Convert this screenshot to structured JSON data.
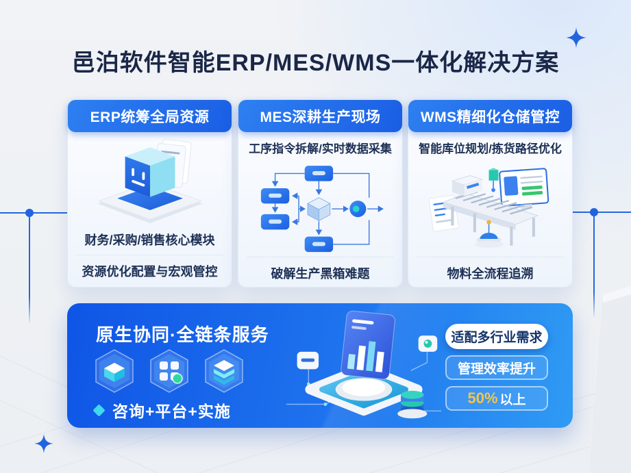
{
  "title": "邑泊软件智能ERP/MES/WMS一体化解决方案",
  "cards": [
    {
      "header": "ERP统筹全局资源",
      "caption": "财务/采购/销售核心模块",
      "footer": "资源优化配置与宏观管控",
      "illustration": "erp-3d-module-box"
    },
    {
      "header": "MES深耕生产现场",
      "subtitle": "工序指令拆解/实时数据采集",
      "footer": "破解生产黑箱难题",
      "illustration": "mes-process-flowchart"
    },
    {
      "header": "WMS精细化仓储管控",
      "subtitle": "智能库位规划/拣货路径优化",
      "footer": "物料全流程追溯",
      "illustration": "wms-conveyor-warehouse"
    }
  ],
  "banner": {
    "title": "原生协同·全链条服务",
    "bullet": "咨询+平台+实施",
    "icons": [
      "cube-box-icon",
      "app-grid-icon",
      "layer-stack-icon"
    ],
    "badge_pill": "适配多行业需求",
    "badge_line": "管理效率提升",
    "badge_value": "50%",
    "badge_value_suffix": "以上",
    "illustration": "data-platform-dashboard"
  },
  "colors": {
    "primary_blue": "#1e6ae9",
    "banner_gradient_start": "#0f55e6",
    "banner_gradient_end": "#2f9bf4",
    "title_navy": "#1a2747",
    "highlight_gold": "#f6c644",
    "accent_cyan": "#3fd9ec",
    "decor_line_blue": "#2466e0"
  }
}
